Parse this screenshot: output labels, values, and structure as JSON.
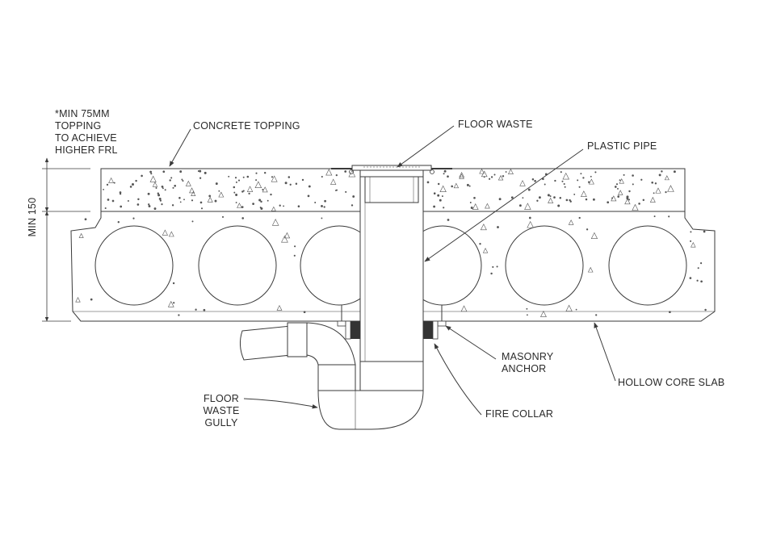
{
  "labels": {
    "min_topping": [
      "*MIN 75MM",
      "TOPPING",
      "TO ACHIEVE",
      "HIGHER FRL"
    ],
    "concrete_topping": "CONCRETE TOPPING",
    "floor_waste": "FLOOR WASTE",
    "plastic_pipe": "PLASTIC PIPE",
    "min_150": "MIN 150",
    "masonry_anchor": [
      "MASONRY",
      "ANCHOR"
    ],
    "hollow_core_slab": "HOLLOW CORE SLAB",
    "fire_collar": "FIRE COLLAR",
    "floor_waste_gully": [
      "FLOOR",
      "WASTE",
      "GULLY"
    ]
  },
  "colors": {
    "line": "#3a3a3a",
    "fill": "#ffffff",
    "aggregate": "#555555"
  }
}
